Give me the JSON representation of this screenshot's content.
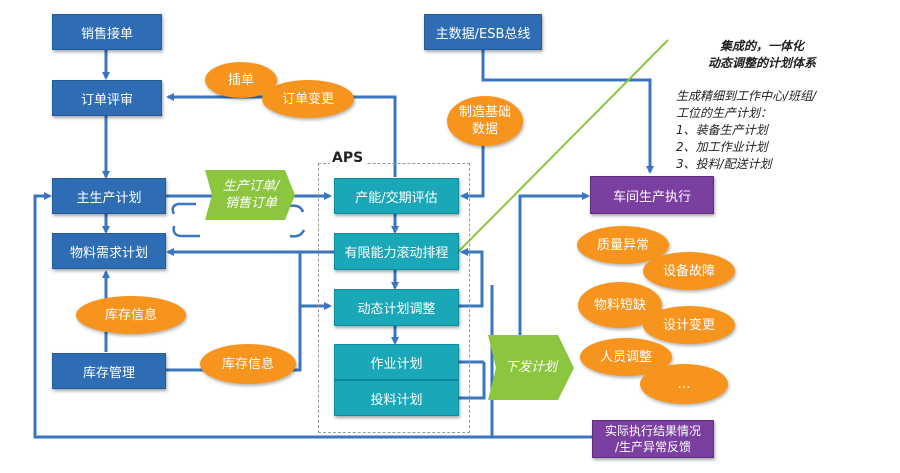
{
  "nodes": {
    "sales_order": "销售接单",
    "order_review": "订单评审",
    "master_schedule": "主生产计划",
    "mrp": "物料需求计划",
    "inventory_mgmt": "库存管理",
    "master_data": "主数据/ESB总线",
    "capacity_eval": "产能/交期评估",
    "finite_rolling": "有限能力滚动排程",
    "dynamic_adjust": "动态计划调整",
    "job_plan": "作业计划",
    "feed_plan": "投料计划",
    "workshop_exec": "车间生产执行",
    "feedback_line1": "实际执行结果情况",
    "feedback_line2": "/生产异常反馈"
  },
  "ovals": {
    "insert_order": "插单",
    "order_change": "订单变更",
    "mfg_data_line1": "制造基础",
    "mfg_data_line2": "数据",
    "inventory_info_left": "库存信息",
    "inventory_info_bottom": "库存信息",
    "quality": "质量异常",
    "equipment": "设备故障",
    "material_line1": "物料",
    "material_line2": "短缺",
    "design_change": "设计变更",
    "staff_adjust": "人员调整",
    "more": "…"
  },
  "tags": {
    "prod_order_line1": "生产订单/",
    "prod_order_line2": "销售订单",
    "release_plan": "下发计划"
  },
  "aps": {
    "label": "APS"
  },
  "annotation": {
    "title_line1": "集成的，一体化",
    "title_line2": "动态调整的计划体系",
    "desc_line1": "生成精细到工作中心/班组/",
    "desc_line2": "工位的生产计划：",
    "item1": "1、装备生产计划",
    "item2": "2、加工作业计划",
    "item3": "3、投料/配送计划"
  },
  "colors": {
    "blue_box": "#2e6db4",
    "teal_box": "#1aa7b7",
    "purple_box": "#7a3fa0",
    "orange_oval": "#f7941d",
    "green_tag": "#8cc63f",
    "arrow": "#3a75bf",
    "callout_line": "#8cc63f"
  }
}
